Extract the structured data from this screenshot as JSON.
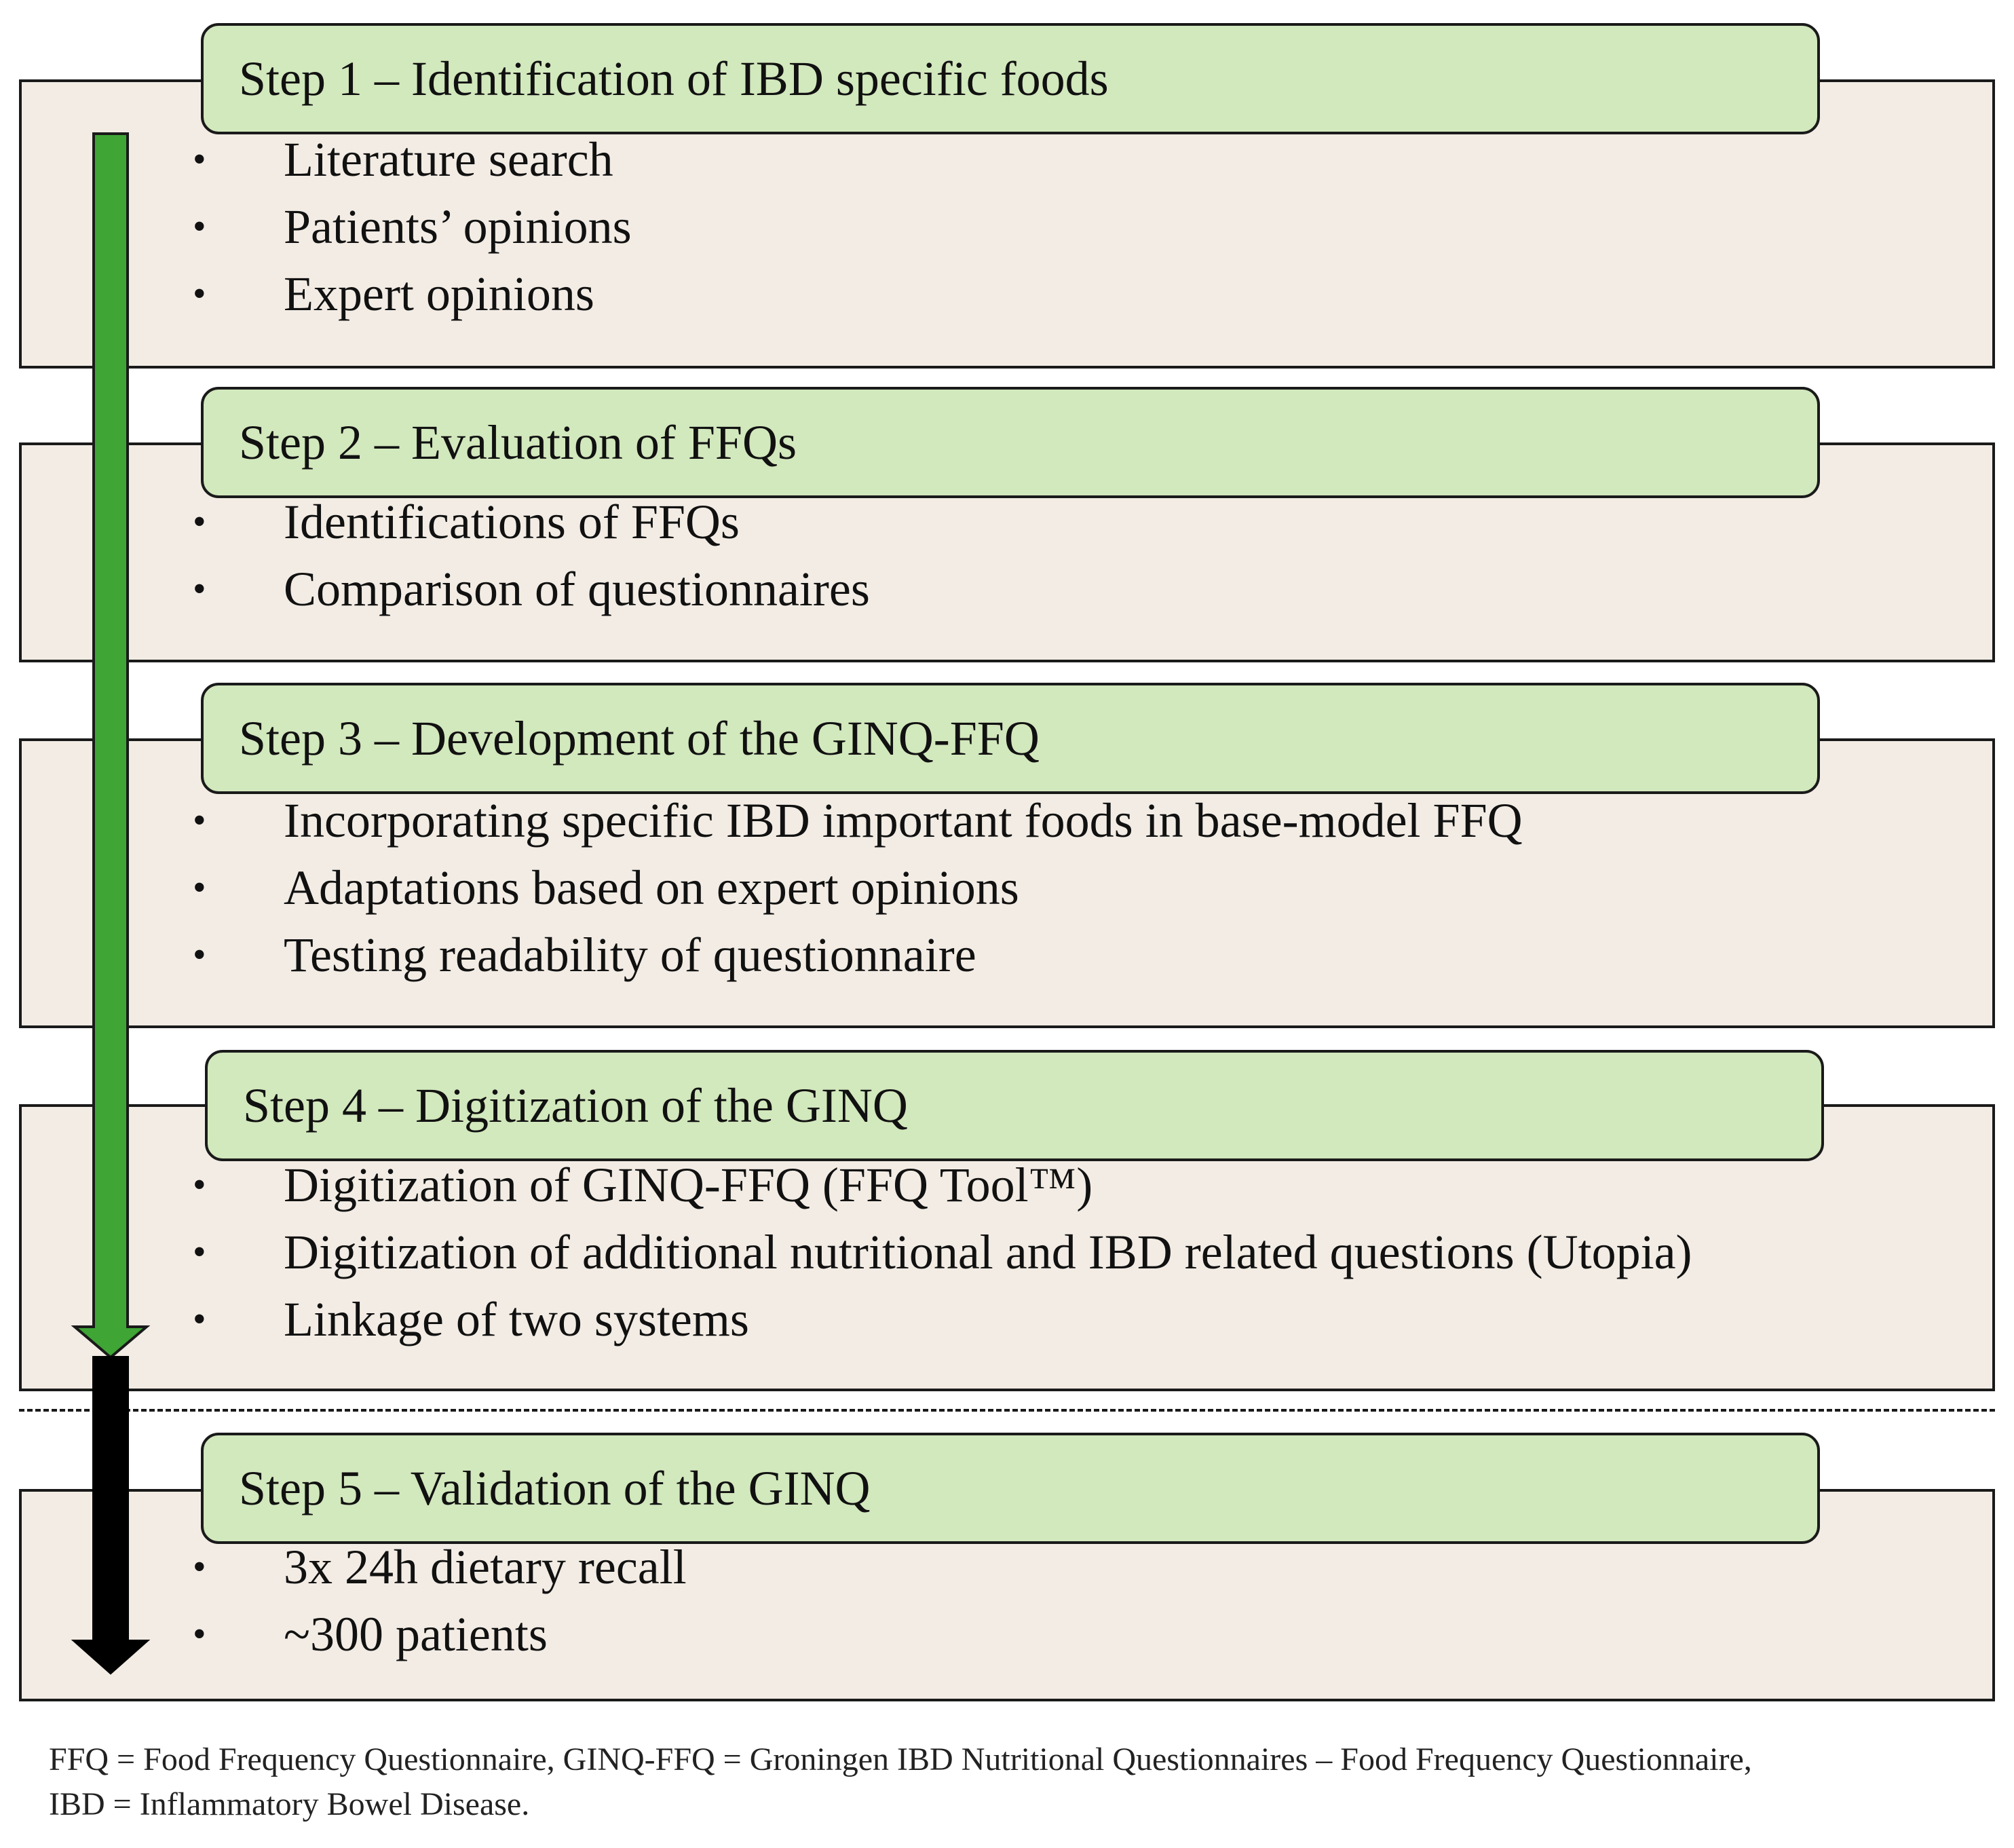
{
  "steps": [
    {
      "title": "Step 1 – Identification of IBD specific foods",
      "items": [
        "Literature search",
        "Patients’ opinions",
        "Expert opinions"
      ]
    },
    {
      "title": "Step 2 – Evaluation of FFQs",
      "items": [
        "Identifications of FFQs",
        "Comparison of questionnaires"
      ]
    },
    {
      "title": "Step 3 – Development of the GINQ-FFQ",
      "items": [
        "Incorporating specific IBD important foods in base-model FFQ",
        "Adaptations based on expert opinions",
        "Testing readability of questionnaire"
      ]
    },
    {
      "title": "Step 4 – Digitization of the GINQ",
      "items": [
        "Digitization of GINQ-FFQ (FFQ Tool™)",
        "Digitization of additional nutritional and IBD related questions (Utopia)",
        "Linkage of two systems"
      ]
    },
    {
      "title": "Step 5 – Validation of the GINQ",
      "items": [
        "3x 24h dietary recall",
        "~300 patients"
      ]
    }
  ],
  "bullet_symbol": "•",
  "footnote": {
    "line1": "FFQ = Food Frequency Questionnaire, GINQ-FFQ = Groningen IBD Nutritional Questionnaires – Food Frequency Questionnaire,",
    "line2": "IBD = Inflammatory Bowel Disease."
  },
  "colors": {
    "panel_fill": "#f2ece4",
    "header_fill": "#d2e8bd",
    "arrow_green": "#3fa535",
    "arrow_black": "#000000",
    "border": "#1a1a1a"
  }
}
